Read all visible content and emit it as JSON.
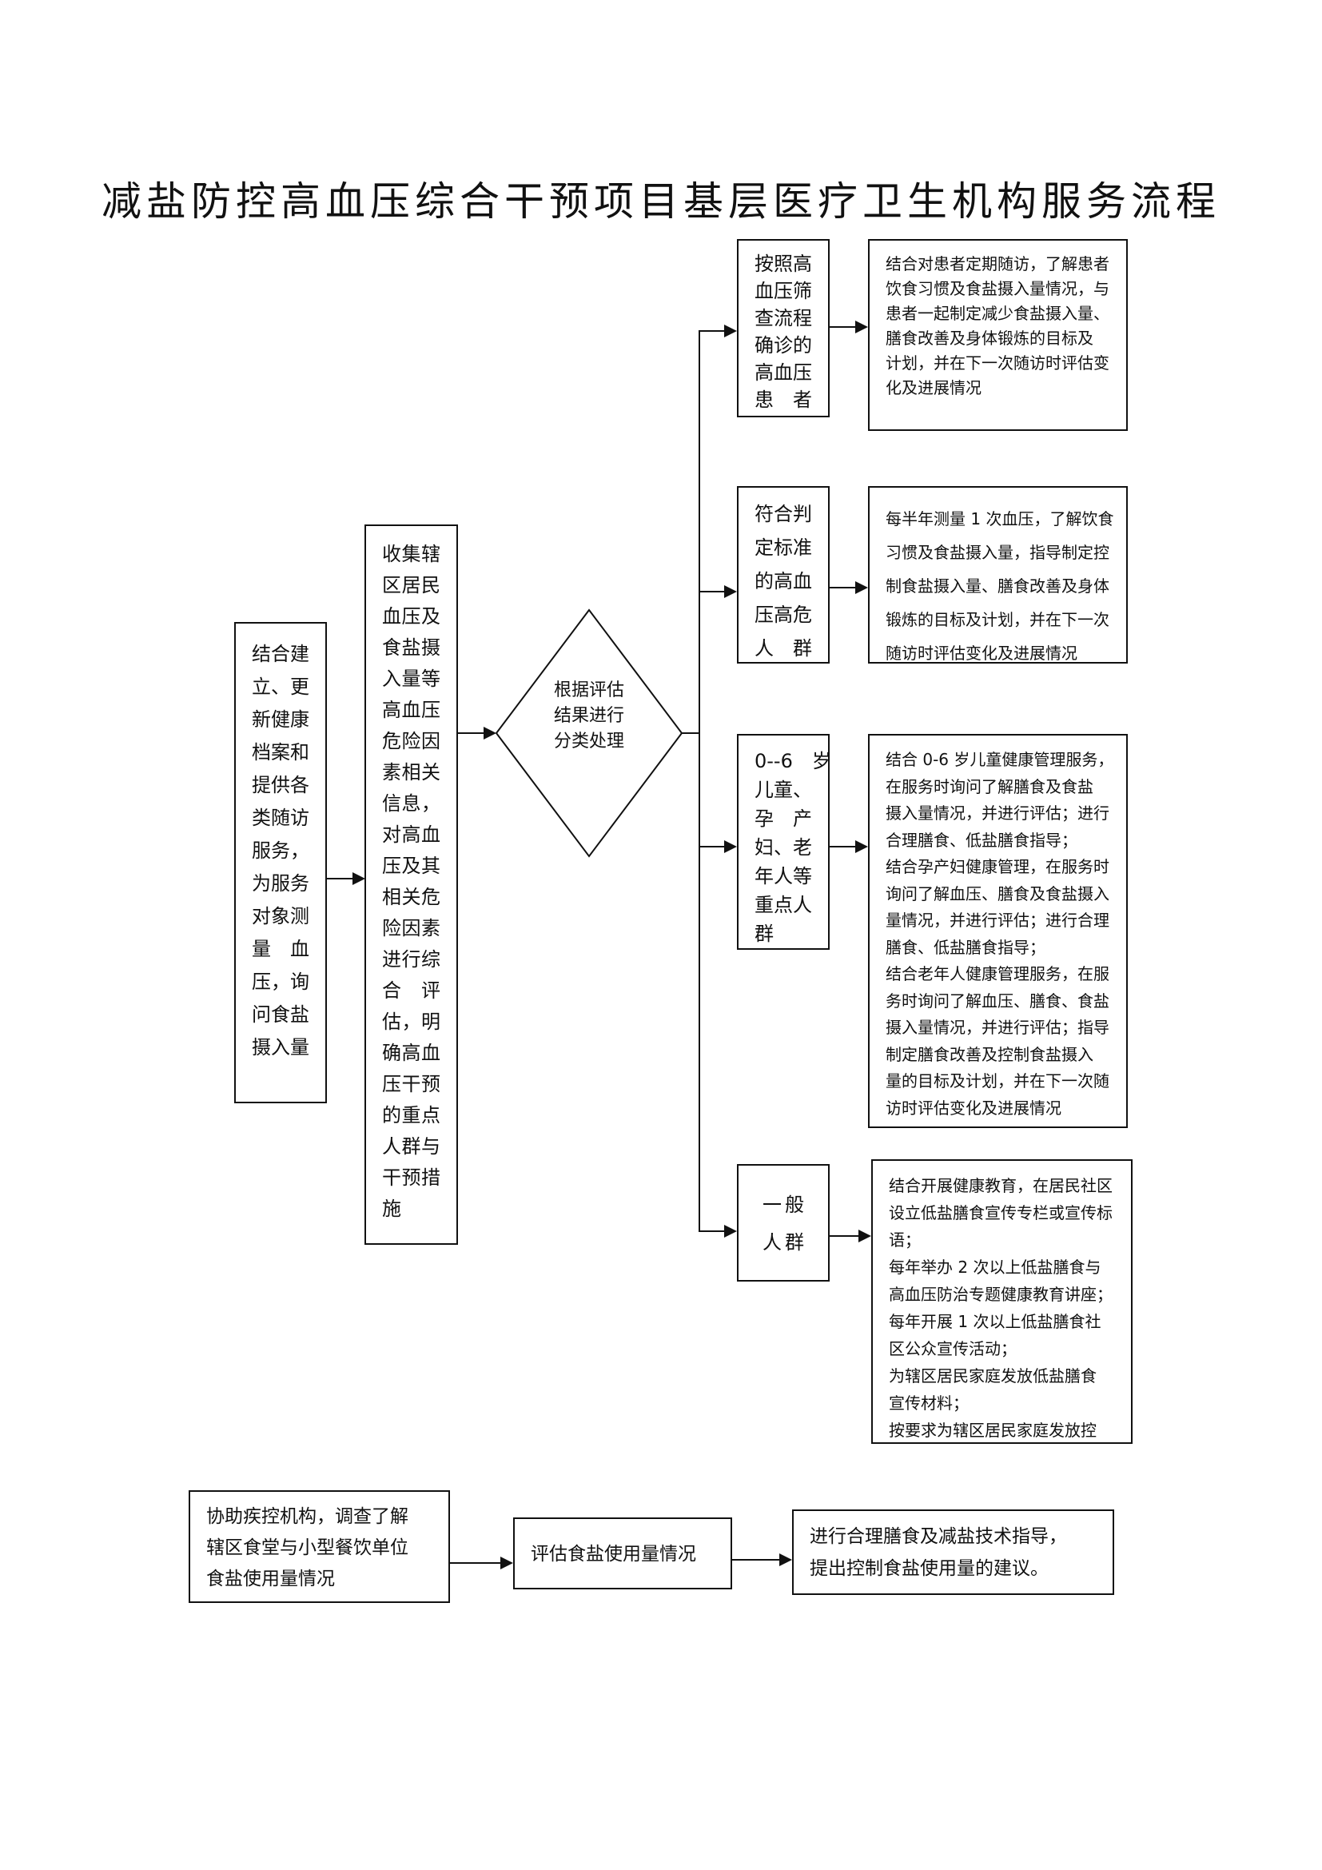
{
  "title": "减盐防控高血压综合干预项目基层医疗卫生机构服务流程",
  "step1": "结合建\n立、更\n新健康\n档案和\n提供各\n类随访\n服务，\n为服务\n对象测\n量　血\n压，询\n问食盐\n摄入量",
  "step2": "收集辖\n区居民\n血压及\n食盐摄\n入量等\n高血压\n危险因\n素相关\n信息，\n对高血\n压及其\n相关危\n险因素\n进行综\n合　评\n估，明\n确高血\n压干预\n的重点\n人群与\n干预措\n施",
  "decision": "根据评估\n结果进行\n分类处理",
  "groups": [
    {
      "label": "按照高\n血压筛\n查流程\n确诊的\n高血压\n患者",
      "action": "结合对患者定期随访，了解患者\n饮食习惯及食盐摄入量情况，与\n患者一起制定减少食盐摄入量、\n膳食改善及身体锻炼的目标及\n计划，并在下一次随访时评估变\n化及进展情况"
    },
    {
      "label": "符合判\n定标准\n的高血\n压高危\n人群",
      "action": "每半年测量 1 次血压，了解饮食\n习惯及食盐摄入量，指导制定控\n制食盐摄入量、膳食改善及身体\n锻炼的目标及计划，并在下一次\n随访时评估变化及进展情况"
    },
    {
      "label": "0--6　岁\n儿童、\n孕　产\n妇、老\n年人等\n重点人\n群",
      "action": "结合 0-6 岁儿童健康管理服务，\n在服务时询问了解膳食及食盐\n摄入量情况，并进行评估；进行\n合理膳食、低盐膳食指导；\n结合孕产妇健康管理，在服务时\n询问了解血压、膳食及食盐摄入\n量情况，并进行评估；进行合理\n膳食、低盐膳食指导；\n结合老年人健康管理服务，在服\n务时询问了解血压、膳食、食盐\n摄入量情况，并进行评估；指导\n制定膳食改善及控制食盐摄入\n量的目标及计划，并在下一次随\n访时评估变化及进展情况"
    },
    {
      "label": "一般\n人群",
      "action": "结合开展健康教育，在居民社区\n设立低盐膳食宣传专栏或宣传标\n语；\n每年举办 2 次以上低盐膳食与\n高血压防治专题健康教育讲座；\n每年开展 1 次以上低盐膳食社\n区公众宣传活动；\n为辖区居民家庭发放低盐膳食\n宣传材料；\n按要求为辖区居民家庭发放控"
    }
  ],
  "bottom": {
    "step1": "协助疾控机构，调查了解\n辖区食堂与小型餐饮单位\n食盐使用量情况",
    "step2": "评估食盐使用量情况",
    "step3": "进行合理膳食及减盐技术指导，\n提出控制食盐使用量的建议。"
  }
}
